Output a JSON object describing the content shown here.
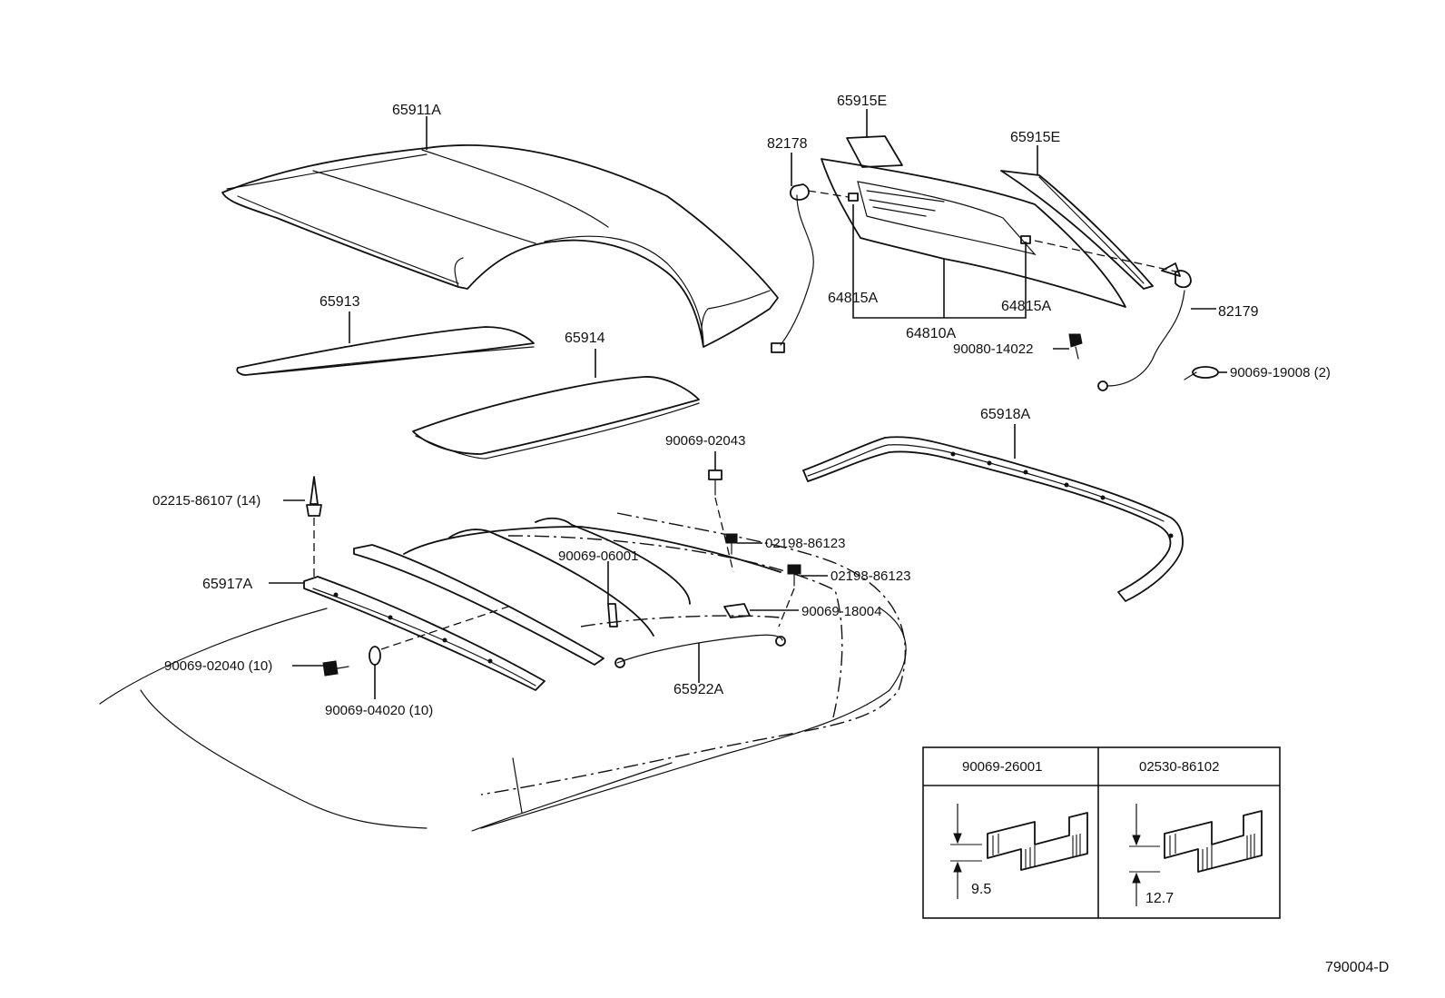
{
  "labels": {
    "p65911A": "65911A",
    "p65913": "65913",
    "p65914": "65914",
    "p65915E_a": "65915E",
    "p65915E_b": "65915E",
    "p82178": "82178",
    "p64815A_a": "64815A",
    "p64815A_b": "64815A",
    "p64810A": "64810A",
    "p82179": "82179",
    "p90080_14022": "90080-14022",
    "p90069_19008": "90069-19008 (2)",
    "p65918A": "65918A",
    "p90069_02043": "90069-02043",
    "p02215_86107": "02215-86107 (14)",
    "p02198_86123_a": "02198-86123",
    "p02198_86123_b": "02198-86123",
    "p90069_06001": "90069-06001",
    "p90069_18004": "90069-18004",
    "p65917A": "65917A",
    "p90069_02040": "90069-02040 (10)",
    "p90069_04020": "90069-04020 (10)",
    "p65922A": "65922A"
  },
  "inset": {
    "left_part": "90069-26001",
    "right_part": "02530-86102",
    "left_dim": "9.5",
    "right_dim": "12.7"
  },
  "diagram_id": "790004-D"
}
